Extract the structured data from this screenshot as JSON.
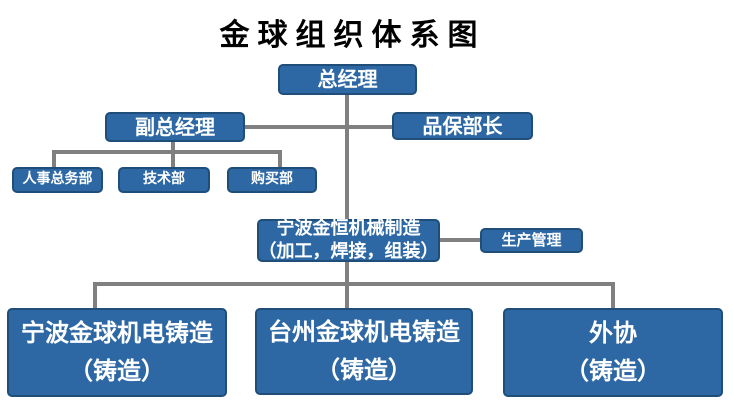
{
  "title": "金球组织体系图",
  "colors": {
    "box_fill": "#2D68A4",
    "box_border": "#1F4E79",
    "line": "#808080",
    "box_text": "#FFFFFF",
    "title_text": "#000000"
  },
  "chart_data": {
    "type": "org-chart",
    "root": "总经理",
    "edges": [
      [
        "总经理",
        "副总经理"
      ],
      [
        "总经理",
        "品保部长"
      ],
      [
        "总经理",
        "宁波金恒机械制造（加工，焊接，组装）"
      ],
      [
        "副总经理",
        "人事总务部"
      ],
      [
        "副总经理",
        "技术部"
      ],
      [
        "副总经理",
        "购买部"
      ],
      [
        "宁波金恒机械制造（加工，焊接，组装）",
        "生产管理"
      ],
      [
        "宁波金恒机械制造（加工，焊接，组装）",
        "宁波金球机电铸造（铸造）"
      ],
      [
        "宁波金恒机械制造（加工，焊接，组装）",
        "台州金球机电铸造（铸造）"
      ],
      [
        "宁波金恒机械制造（加工，焊接，组装）",
        "外协（铸造）"
      ]
    ]
  },
  "nodes": {
    "general_manager": {
      "label": "总经理"
    },
    "deputy_general_manager": {
      "label": "副总经理"
    },
    "quality_assurance_director": {
      "label": "品保部长"
    },
    "hr_general_affairs_dept": {
      "label": "人事总务部"
    },
    "technical_dept": {
      "label": "技术部"
    },
    "purchasing_dept": {
      "label": "购买部"
    },
    "ningbo_jinheng_machinery": {
      "line1": "宁波金恒机械制造",
      "line2": "（加工，焊接，组装）"
    },
    "production_management": {
      "label": "生产管理"
    },
    "ningbo_jinqiu_casting": {
      "line1": "宁波金球机电铸造",
      "line2": "（铸造）"
    },
    "taizhou_jinqiu_casting": {
      "line1": "台州金球机电铸造",
      "line2": "（铸造）"
    },
    "outsourcing": {
      "line1": "外协",
      "line2": "（铸造）"
    }
  }
}
